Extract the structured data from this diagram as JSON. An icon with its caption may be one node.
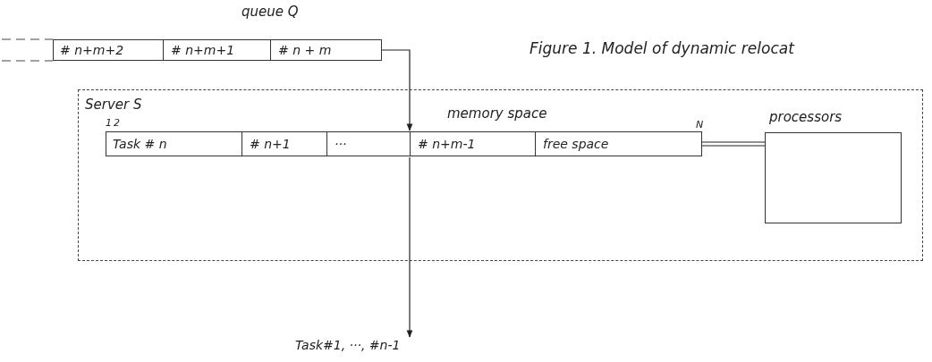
{
  "diagram": {
    "title": "Figure 1. Model of dynamic relocat",
    "nodes": [
      {
        "text": [
          "queue Q"
        ]
      },
      {
        "text": [
          "# n+m+2"
        ],
        "in": 0
      },
      {
        "text": [
          "# n+m+1"
        ],
        "in": 0
      },
      {
        "text": [
          "# n + m"
        ],
        "in": 0
      },
      {
        "text": [
          "Server S"
        ]
      },
      {
        "text": [
          "memory space"
        ],
        "in": 4
      },
      {
        "text": [
          "Task # n"
        ],
        "in": 5
      },
      {
        "text": [
          "# n+1"
        ],
        "in": 5
      },
      {
        "text": [
          "···"
        ],
        "in": 5
      },
      {
        "text": [
          "# n+m-1"
        ],
        "in": 5
      },
      {
        "text": [
          "free space"
        ],
        "in": 5
      },
      {
        "text": [
          "processors"
        ],
        "in": 4
      },
      {
        "text": [
          "Task#1, ···, #n-1"
        ]
      }
    ],
    "edges": [
      {
        "from": 3,
        "to": 5,
        "arrow": "to"
      },
      {
        "from": 5,
        "to": 12,
        "arrow": "to"
      },
      {
        "from": 10,
        "to": 11,
        "arrow": "none"
      }
    ],
    "labels": [
      "1",
      "2",
      "N"
    ]
  }
}
